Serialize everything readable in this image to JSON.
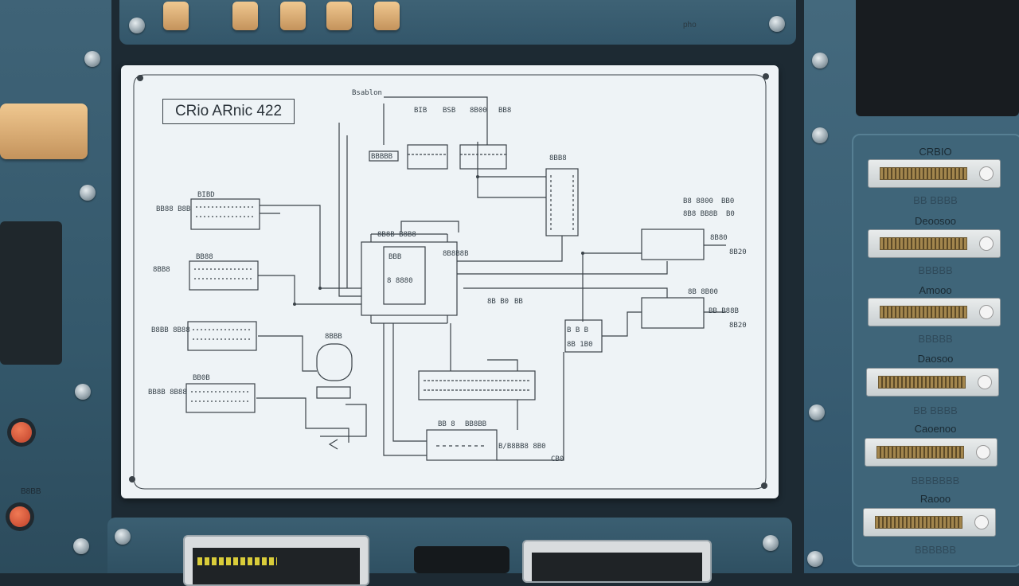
{
  "sheet": {
    "title": "CRio ARnic 422",
    "labels": [
      "Bsablon",
      "BIB",
      "BSB",
      "8B00",
      "BB8",
      "BBBBB",
      "8BB8",
      "BIBD",
      "BB88 B8B",
      "BB88",
      "8BB8",
      "B8BB 8B88",
      "BB0B",
      "BB8B 8B88",
      "8BBB",
      "8B8B B8B8",
      "BBB",
      "8 8880",
      "8B8B8B",
      "B8 8800",
      "8B8 BB8B",
      "BB0",
      "B0",
      "8B80",
      "8B20",
      "8B 8B00",
      "BB B88B",
      "8B20",
      "8B B0",
      "BB",
      "B B B",
      "8B 1B0",
      "BB 8",
      "BB8BB",
      "B/B8BB8 8B0",
      "CB0"
    ]
  },
  "right_panel": {
    "labels": [
      "CRBIO",
      "Deoosoo",
      "Amooo",
      "Daosoo",
      "Caoenoo",
      "Raooo"
    ],
    "dim_labels": [
      "BB BBBB",
      "BBBBB",
      "BBBBB",
      "BB BBBB",
      "BBBBBBB",
      "BBBBBB"
    ]
  },
  "top_panel": {
    "label": "pho"
  },
  "left_panel": {
    "label": "B8BB"
  },
  "colors": {
    "panel": "#3f6377",
    "sheet": "#eef3f6",
    "line": "#3a4248",
    "knob": "#e0b57c"
  }
}
